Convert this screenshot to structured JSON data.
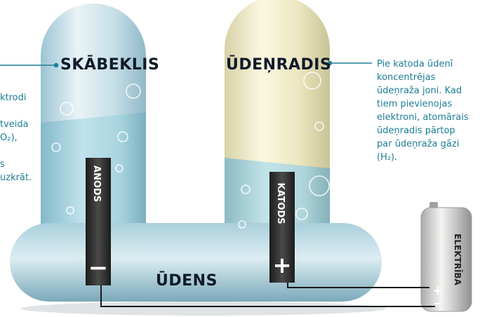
{
  "labels": {
    "oxygen": "SKĀBEKLIS",
    "hydrogen": "ŪDEŅRADIS",
    "water": "ŪDENS",
    "anode": "ANODS",
    "cathode": "KATODS",
    "electricity": "ELEKTRĪBA",
    "anode_sign": "−",
    "cathode_sign": "+",
    "battery_plus": "+",
    "battery_minus": "−"
  },
  "left_text": [
    "ktrodi",
    "",
    "tveida",
    "O₂),",
    "",
    "s",
    "uzkrāt."
  ],
  "right_text": [
    "Pie katoda ūdenī",
    "koncentrējas",
    "ūdeņraža joni. Kad",
    "tiem pievienojas",
    "elektroni, atomārais",
    "ūdeņradis pārtop",
    "par ūdeņraža gāzi",
    "(H₂)."
  ],
  "colors": {
    "text_accent": "#1e7e95",
    "label_dark": "#0f1a2a",
    "water_blue": "#9fd3e0",
    "hydrogen_yellow": "#f3efc4",
    "electrode": "#2b2b2b"
  }
}
